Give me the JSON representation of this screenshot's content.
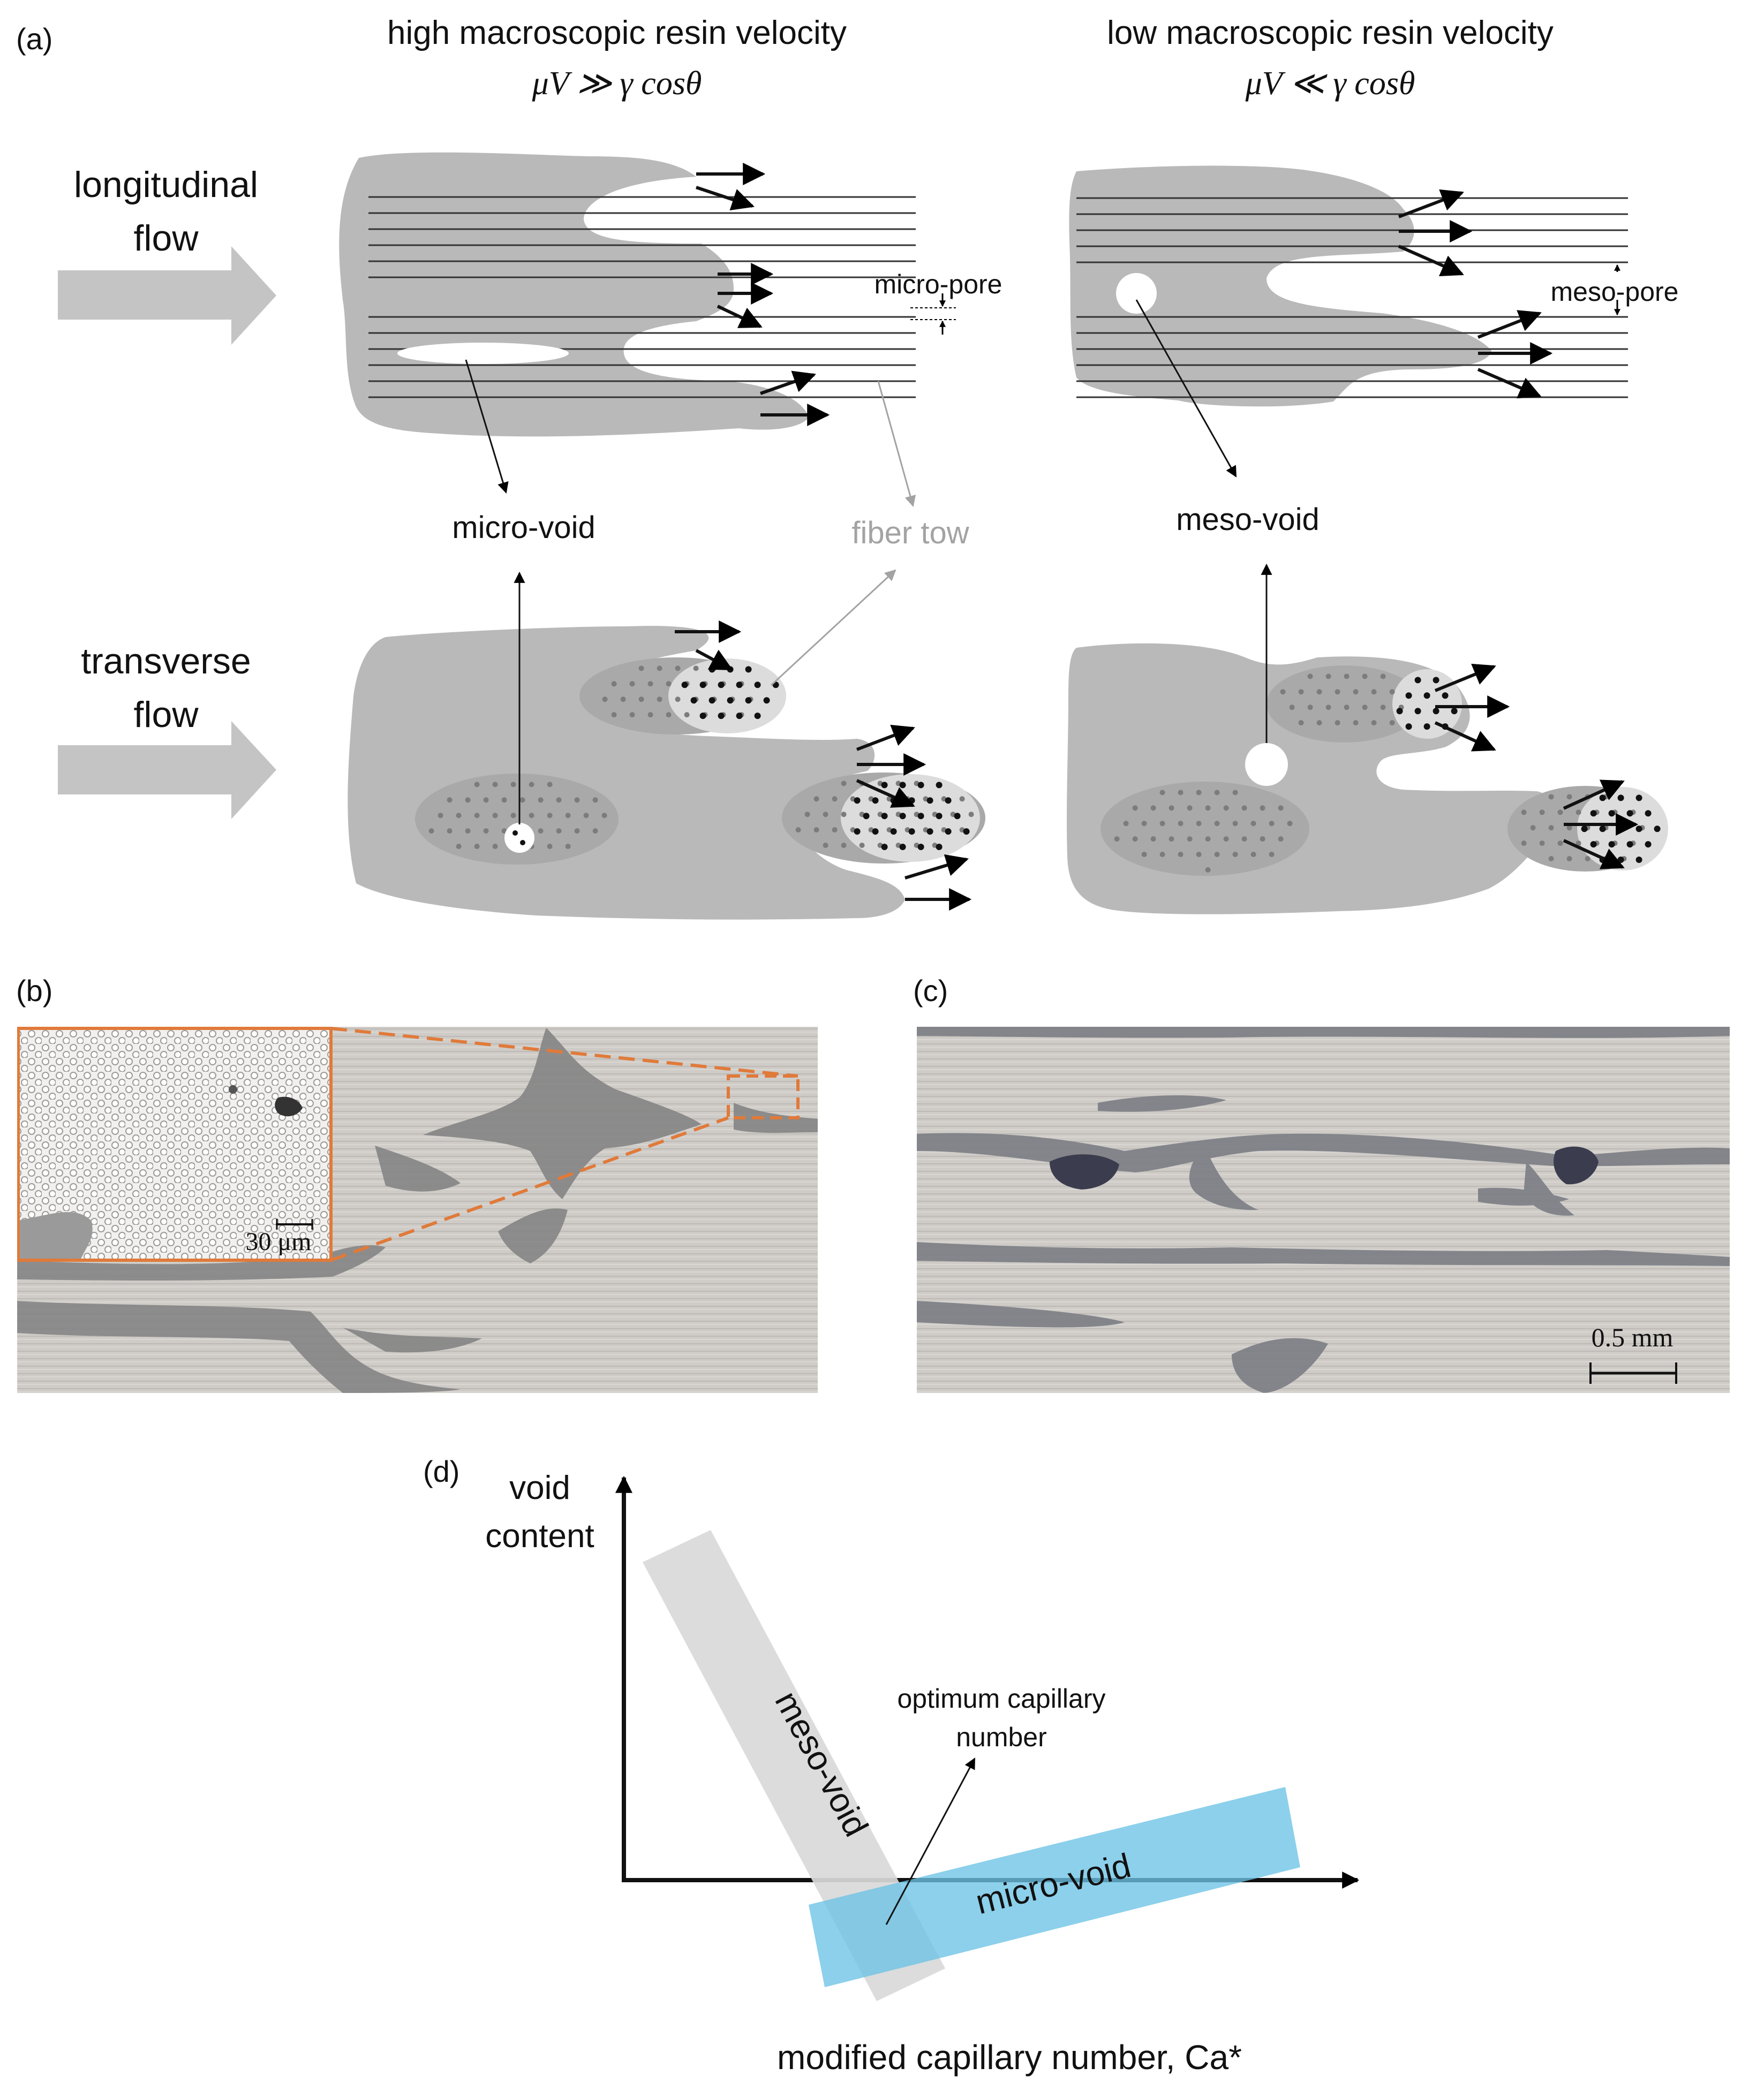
{
  "colors": {
    "resin": "#b9b9b9",
    "tow_dark": "#a8a8a8",
    "tow_light": "#dcdcdc",
    "fiber_tow_label": "#a3a3a3",
    "meso_band": "#d9d9d9",
    "micro_band": "#6cc3e6",
    "inset_border": "#e07a3a",
    "micrograph_bg": "#c9c6c2",
    "micrograph_resin": "#8a8a8a"
  },
  "panel_a": {
    "label": "(a)",
    "col_high_title": "high macroscopic resin velocity",
    "col_high_formula": "μV ≫ γ cosθ",
    "col_low_title": "low macroscopic resin velocity",
    "col_low_formula": "μV ≪ γ cosθ",
    "row_long_line1": "longitudinal",
    "row_long_line2": "flow",
    "row_trans_line1": "transverse",
    "row_trans_line2": "flow",
    "micro_pore": "micro-pore",
    "meso_pore": "meso-pore",
    "micro_void": "micro-void",
    "meso_void": "meso-void",
    "fiber_tow": "fiber tow"
  },
  "panel_b": {
    "label": "(b)",
    "inset_scale": "30 μm"
  },
  "panel_c": {
    "label": "(c)",
    "scale": "0.5 mm"
  },
  "panel_d": {
    "label": "(d)",
    "ylabel_line1": "void",
    "ylabel_line2": "content",
    "xlabel": "modified capillary number, Ca*",
    "meso_band_label": "meso-void",
    "micro_band_label": "micro-void",
    "optimum_line1": "optimum capillary",
    "optimum_line2": "number"
  }
}
